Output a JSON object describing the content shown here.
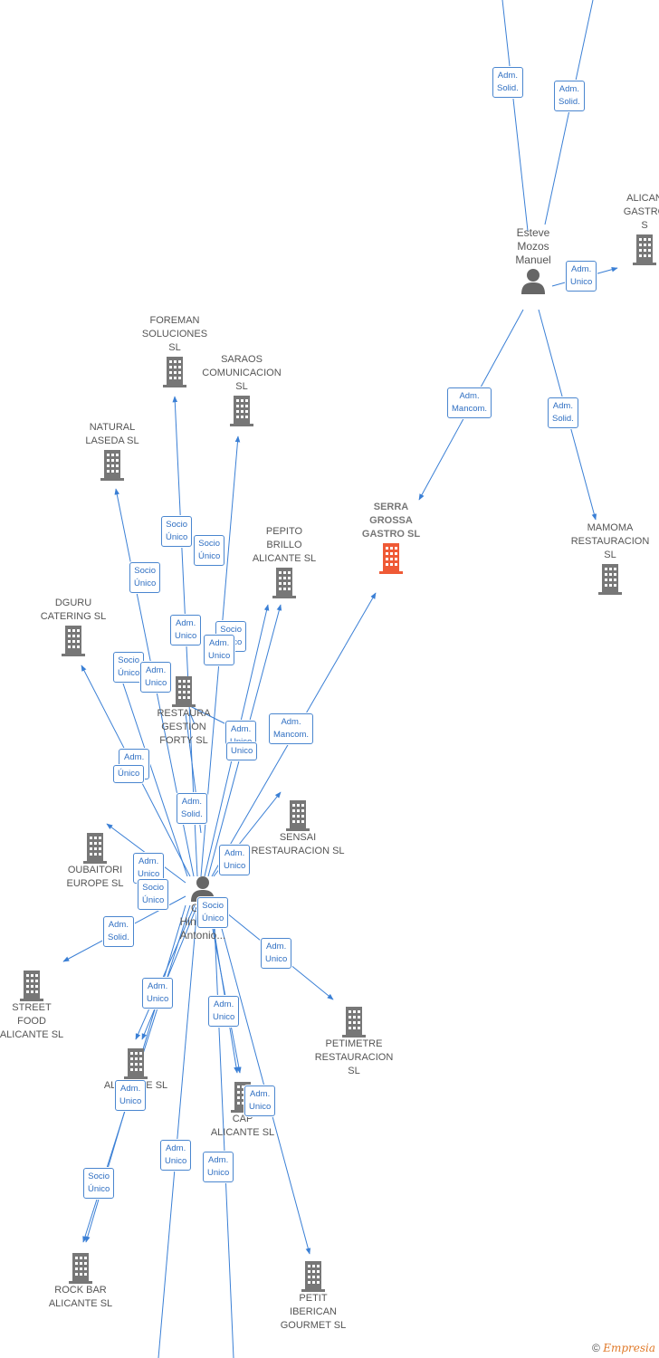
{
  "companies": [
    {
      "id": "serra",
      "label": "SERRA\nGROSSA\nGASTRO  SL",
      "focus": true
    },
    {
      "id": "foreman",
      "label": "FOREMAN\nSOLUCIONES\nSL"
    },
    {
      "id": "saraos",
      "label": "SARAOS\nCOMUNICACION\nSL"
    },
    {
      "id": "natural",
      "label": "NATURAL\nLASEDA  SL"
    },
    {
      "id": "pepito",
      "label": "PEPITO\nBRILLO\nALICANTE  SL"
    },
    {
      "id": "dguru",
      "label": "DGURU\nCATERING  SL"
    },
    {
      "id": "restaura",
      "label": "RESTAURA\nGESTION\nFORTY SL"
    },
    {
      "id": "sensai",
      "label": "SENSAI\nRESTAURACION SL"
    },
    {
      "id": "oubaitori",
      "label": "OUBAITORI\nEUROPE  SL"
    },
    {
      "id": "streetfood",
      "label": "STREET\nFOOD\nALICANTE  SL"
    },
    {
      "id": "petimetre",
      "label": "PETIMETRE\nRESTAURACION\nSL"
    },
    {
      "id": "alicantesl",
      "label": "ALICANTE  SL"
    },
    {
      "id": "cap",
      "label": "CAP\nALICANTE  SL"
    },
    {
      "id": "rockbar",
      "label": "ROCK BAR\nALICANTE  SL"
    },
    {
      "id": "petit",
      "label": "PETIT\nIBERICAN\nGOURMET SL"
    },
    {
      "id": "mamoma",
      "label": "MAMOMA\nRESTAURACION\nSL"
    },
    {
      "id": "alicantegastro",
      "label": "ALICAN\nGASTRO\nS"
    }
  ],
  "persons": [
    {
      "id": "esteve",
      "label": "Esteve\nMozos\nManuel"
    },
    {
      "id": "antonio",
      "label": "Ga...\nHinarejos\nAntonio..."
    }
  ],
  "edge_labels": [
    {
      "id": "e1",
      "text": "Adm.\nSolid."
    },
    {
      "id": "e2",
      "text": "Adm.\nSolid."
    },
    {
      "id": "e3",
      "text": "Adm.\nUnico"
    },
    {
      "id": "e4",
      "text": "Adm.\nMancom."
    },
    {
      "id": "e5",
      "text": "Adm.\nSolid."
    },
    {
      "id": "e6",
      "text": "Socio\nÚnico"
    },
    {
      "id": "e7",
      "text": "Socio\nÚnico"
    },
    {
      "id": "e8",
      "text": "Socio\nÚnico"
    },
    {
      "id": "e9",
      "text": "Adm.\nUnico"
    },
    {
      "id": "e10",
      "text": "Socio\nÚnico"
    },
    {
      "id": "e11",
      "text": "Adm.\nUnico"
    },
    {
      "id": "e12",
      "text": "Socio\nÚnico"
    },
    {
      "id": "e13",
      "text": "Adm.\nUnico"
    },
    {
      "id": "e14",
      "text": "Adm.\nMancom."
    },
    {
      "id": "e15",
      "text": "Adm.\nUnico"
    },
    {
      "id": "e16",
      "text": "Unico"
    },
    {
      "id": "e17",
      "text": "Adm.\nUnico"
    },
    {
      "id": "e18",
      "text": "Único"
    },
    {
      "id": "e19",
      "text": "Adm.\nSolid."
    },
    {
      "id": "e20",
      "text": "Adm.\nUnico"
    },
    {
      "id": "e21",
      "text": "Adm.\nUnico"
    },
    {
      "id": "e22",
      "text": "Socio\nÚnico"
    },
    {
      "id": "e23",
      "text": "Socio\nÚnico"
    },
    {
      "id": "e24",
      "text": "Adm.\nSolid."
    },
    {
      "id": "e25",
      "text": "Adm.\nUnico"
    },
    {
      "id": "e26",
      "text": "Adm.\nUnico"
    },
    {
      "id": "e27",
      "text": "Adm.\nUnico"
    },
    {
      "id": "e28",
      "text": "Adm.\nUnico"
    },
    {
      "id": "e29",
      "text": "Adm.\nUnico"
    },
    {
      "id": "e30",
      "text": "Socio\nÚnico"
    },
    {
      "id": "e31",
      "text": "Adm.\nUnico"
    },
    {
      "id": "e32",
      "text": "Adm.\nUnico"
    }
  ],
  "colors": {
    "edge": "#3a7fd5",
    "company_icon": "#777777",
    "focus_icon": "#ef5a36",
    "person_icon": "#666666"
  },
  "footer": {
    "copyright": "©",
    "brand": "Empresia"
  }
}
